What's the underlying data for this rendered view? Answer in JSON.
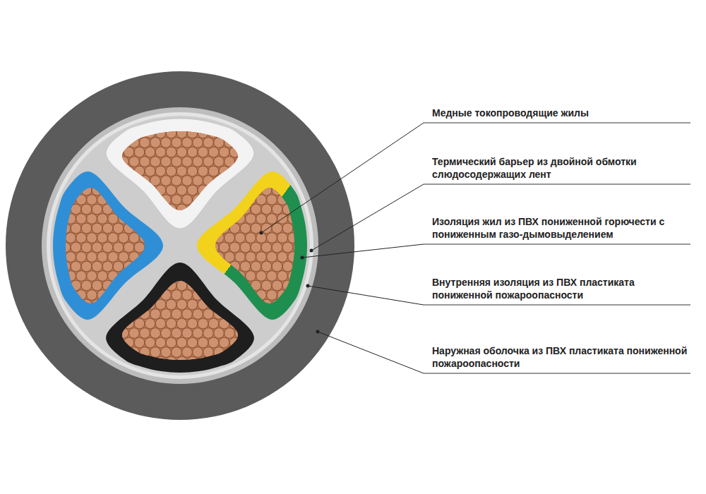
{
  "diagram": {
    "labels": [
      "Медные токопроводящие жилы",
      "Термический барьер из двойной обмотки слюдосодержащих лент",
      "Изоляция жил из ПВХ пониженной горючести с пониженным газо-дымовыделением",
      "Внутренняя изоляция из ПВХ пластиката пониженной пожароопасности",
      "Наружная оболочка из ПВХ пластиката пониженной пожароопасности"
    ]
  }
}
